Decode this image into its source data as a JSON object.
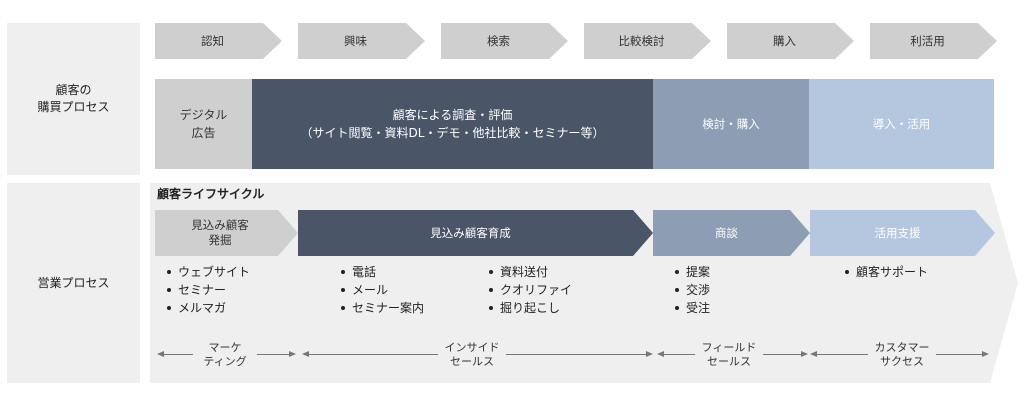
{
  "side_labels": {
    "purchase": "顧客の\n購買プロセス",
    "sales": "営業プロセス"
  },
  "stages": [
    "認知",
    "興味",
    "検索",
    "比較検討",
    "購入",
    "利活用"
  ],
  "purchase_blocks": {
    "digital": "デジタル\n広告",
    "eval": "顧客による調査・評価\n（サイト閲覧・資料DL・デモ・他社比較・セミナー等）",
    "review": "検討・購入",
    "adopt": "導入・活用"
  },
  "lifecycle_title": "顧客ライフサイクル",
  "sales_stages": {
    "prospect": "見込み顧客\n発掘",
    "nurture": "見込み顧客育成",
    "negotiation": "商談",
    "support": "活用支援"
  },
  "bullets": {
    "col1": [
      "ウェブサイト",
      "セミナー",
      "メルマガ"
    ],
    "col2": [
      "電話",
      "メール",
      "セミナー案内"
    ],
    "col3": [
      "資料送付",
      "クオリファイ",
      "掘り起こし"
    ],
    "col4": [
      "提案",
      "交渉",
      "受注"
    ],
    "col5": [
      "顧客サポート"
    ]
  },
  "roles": {
    "marketing": "マーケ\nティング",
    "inside": "インサイド\nセールス",
    "field": "フィールド\nセールス",
    "cs": "カスタマー\nサクセス"
  },
  "colors": {
    "chevron": "#cfcfcf",
    "light_gray": "#cfcfcf",
    "dark": "#4a5568",
    "mid": "#8d9db3",
    "light_blue": "#b4c7de",
    "panel": "#efefef"
  }
}
